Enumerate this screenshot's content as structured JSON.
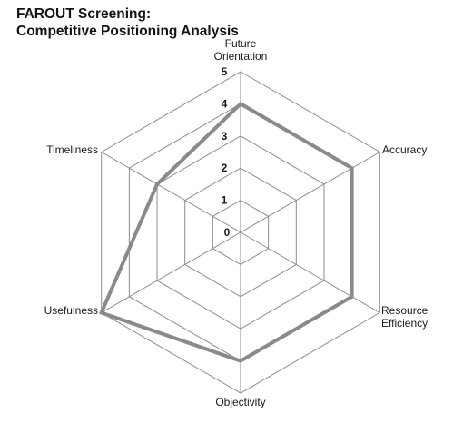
{
  "chart_data": {
    "type": "radar",
    "title": "FAROUT Screening:",
    "subtitle": "Competitive Positioning Analysis",
    "axes": [
      "Future\nOrientation",
      "Accuracy",
      "Resource\nEfficiency",
      "Objectivity",
      "Usefulness",
      "Timeliness"
    ],
    "values": [
      4,
      4,
      4,
      4,
      5,
      3
    ],
    "scale": {
      "min": 0,
      "max": 5,
      "ticks": [
        0,
        1,
        2,
        3,
        4,
        5
      ]
    },
    "grid": true,
    "colors": {
      "grid": "#8c8c8c",
      "series": "#8a8a8a",
      "text": "#1a1a1a"
    }
  }
}
